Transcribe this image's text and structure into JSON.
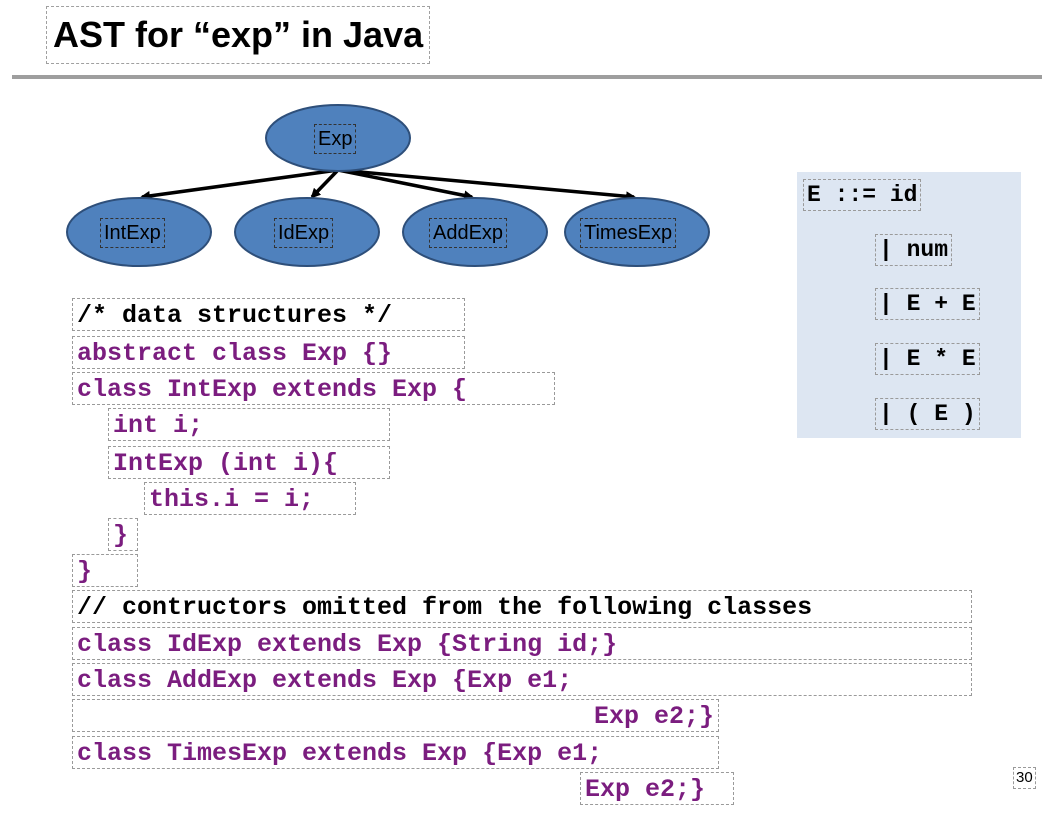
{
  "title": "AST for “exp” in Java",
  "tree": {
    "root": "Exp",
    "children": [
      "IntExp",
      "IdExp",
      "AddExp",
      "TimesExp"
    ]
  },
  "grammar": {
    "lines": [
      "E ::= id",
      "| num",
      "| E + E",
      "| E * E",
      "| ( E )"
    ]
  },
  "code": {
    "lines": [
      "/* data structures */",
      "abstract class Exp {}",
      "class IntExp extends Exp {",
      "int i;",
      "IntExp (int i){",
      "this.i = i;",
      "}",
      "}",
      "// contructors omitted from the following classes",
      "class IdExp extends Exp {String id;}",
      "class AddExp extends Exp {Exp e1;",
      "Exp e2;}",
      "class TimesExp extends Exp {Exp e1;",
      "Exp e2;}"
    ]
  },
  "colors": {
    "node_fill": "#4f81bd",
    "node_stroke": "#2e4f7a",
    "code_purple": "#7b1d7f",
    "grammar_bg": "#dde6f2"
  },
  "page_number": "30"
}
